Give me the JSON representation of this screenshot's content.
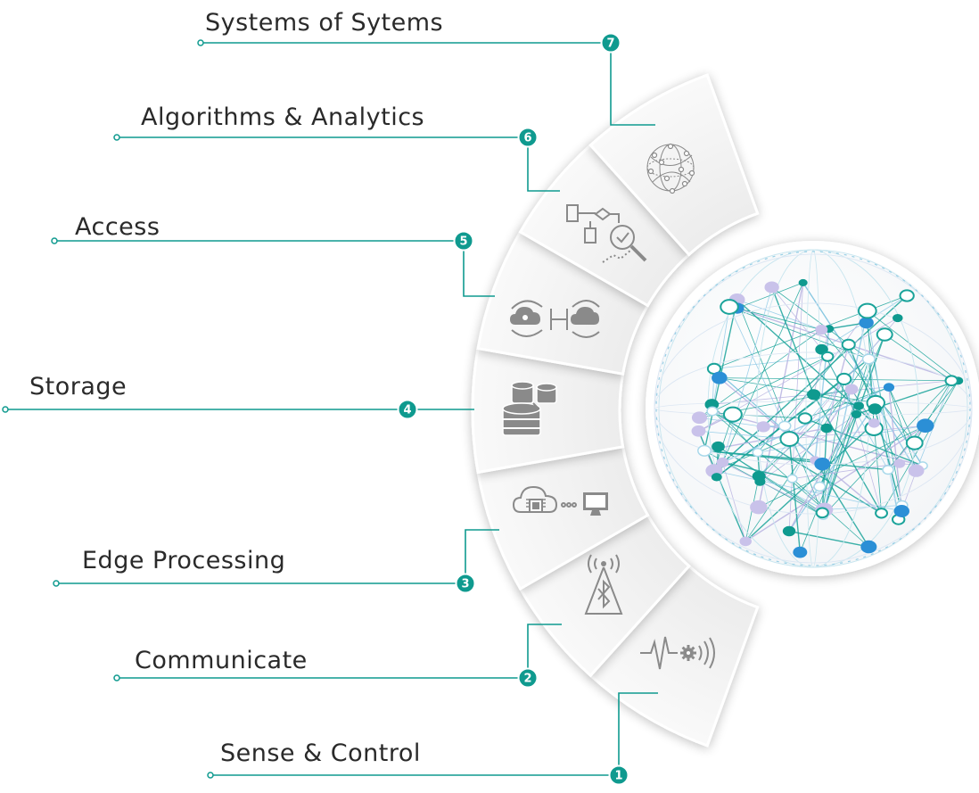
{
  "layers": [
    {
      "num": "1",
      "label": "Sense & Control",
      "icon": "sensor-gear-icon"
    },
    {
      "num": "2",
      "label": "Communicate",
      "icon": "bluetooth-tower-icon"
    },
    {
      "num": "3",
      "label": "Edge Processing",
      "icon": "cloud-chip-monitor-icon"
    },
    {
      "num": "4",
      "label": "Storage",
      "icon": "database-icon"
    },
    {
      "num": "5",
      "label": "Access",
      "icon": "cloud-access-icon"
    },
    {
      "num": "6",
      "label": "Algorithms & Analytics",
      "icon": "flowchart-analytics-icon"
    },
    {
      "num": "7",
      "label": "Systems of Sytems",
      "icon": "network-globe-icon"
    }
  ],
  "colors": {
    "accent": "#0f9a8f",
    "icon": "#8a8a8a",
    "text": "#2a2a2a",
    "globe_blue": "#2b8fd6",
    "globe_violet": "#b9b3e0"
  }
}
